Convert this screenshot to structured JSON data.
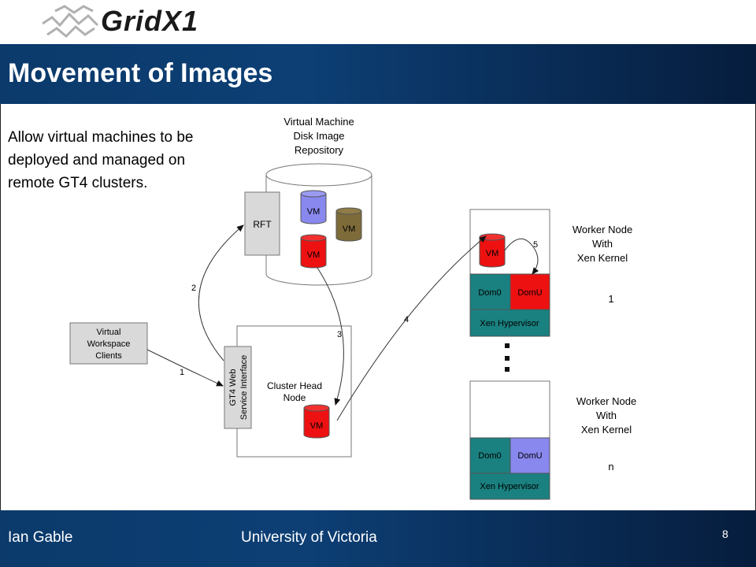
{
  "logo": {
    "text": "GridX1"
  },
  "slide": {
    "title": "Movement of Images",
    "bullet": "Allow virtual machines to be deployed and managed on remote GT4 clusters."
  },
  "diagram": {
    "repo_label": [
      "Virtual Machine",
      "Disk Image",
      "Repository"
    ],
    "rft": "RFT",
    "vm": "VM",
    "clients": [
      "Virtual",
      "Workspace",
      "Clients"
    ],
    "gt4": [
      "GT4 Web",
      "Service Interface"
    ],
    "head_node": [
      "Cluster Head",
      "Node"
    ],
    "worker1": [
      "Worker Node",
      "With",
      "Xen Kernel"
    ],
    "worker_n": [
      "Worker Node",
      "With",
      "Xen Kernel"
    ],
    "worker1_index": "1",
    "worker_n_index": "n",
    "dom0": "Dom0",
    "domu": "DomU",
    "hypervisor": "Xen Hypervisor",
    "steps": [
      "1",
      "2",
      "3",
      "4",
      "5"
    ],
    "colors": {
      "blue_vm": "#8888ee",
      "olive_vm": "#7d6b3a",
      "red_vm": "#ee1111",
      "teal": "#1a8080",
      "grey_box": "#d9d9d9"
    }
  },
  "footer": {
    "author": "Ian Gable",
    "institution": "University of Victoria",
    "page": "8"
  }
}
